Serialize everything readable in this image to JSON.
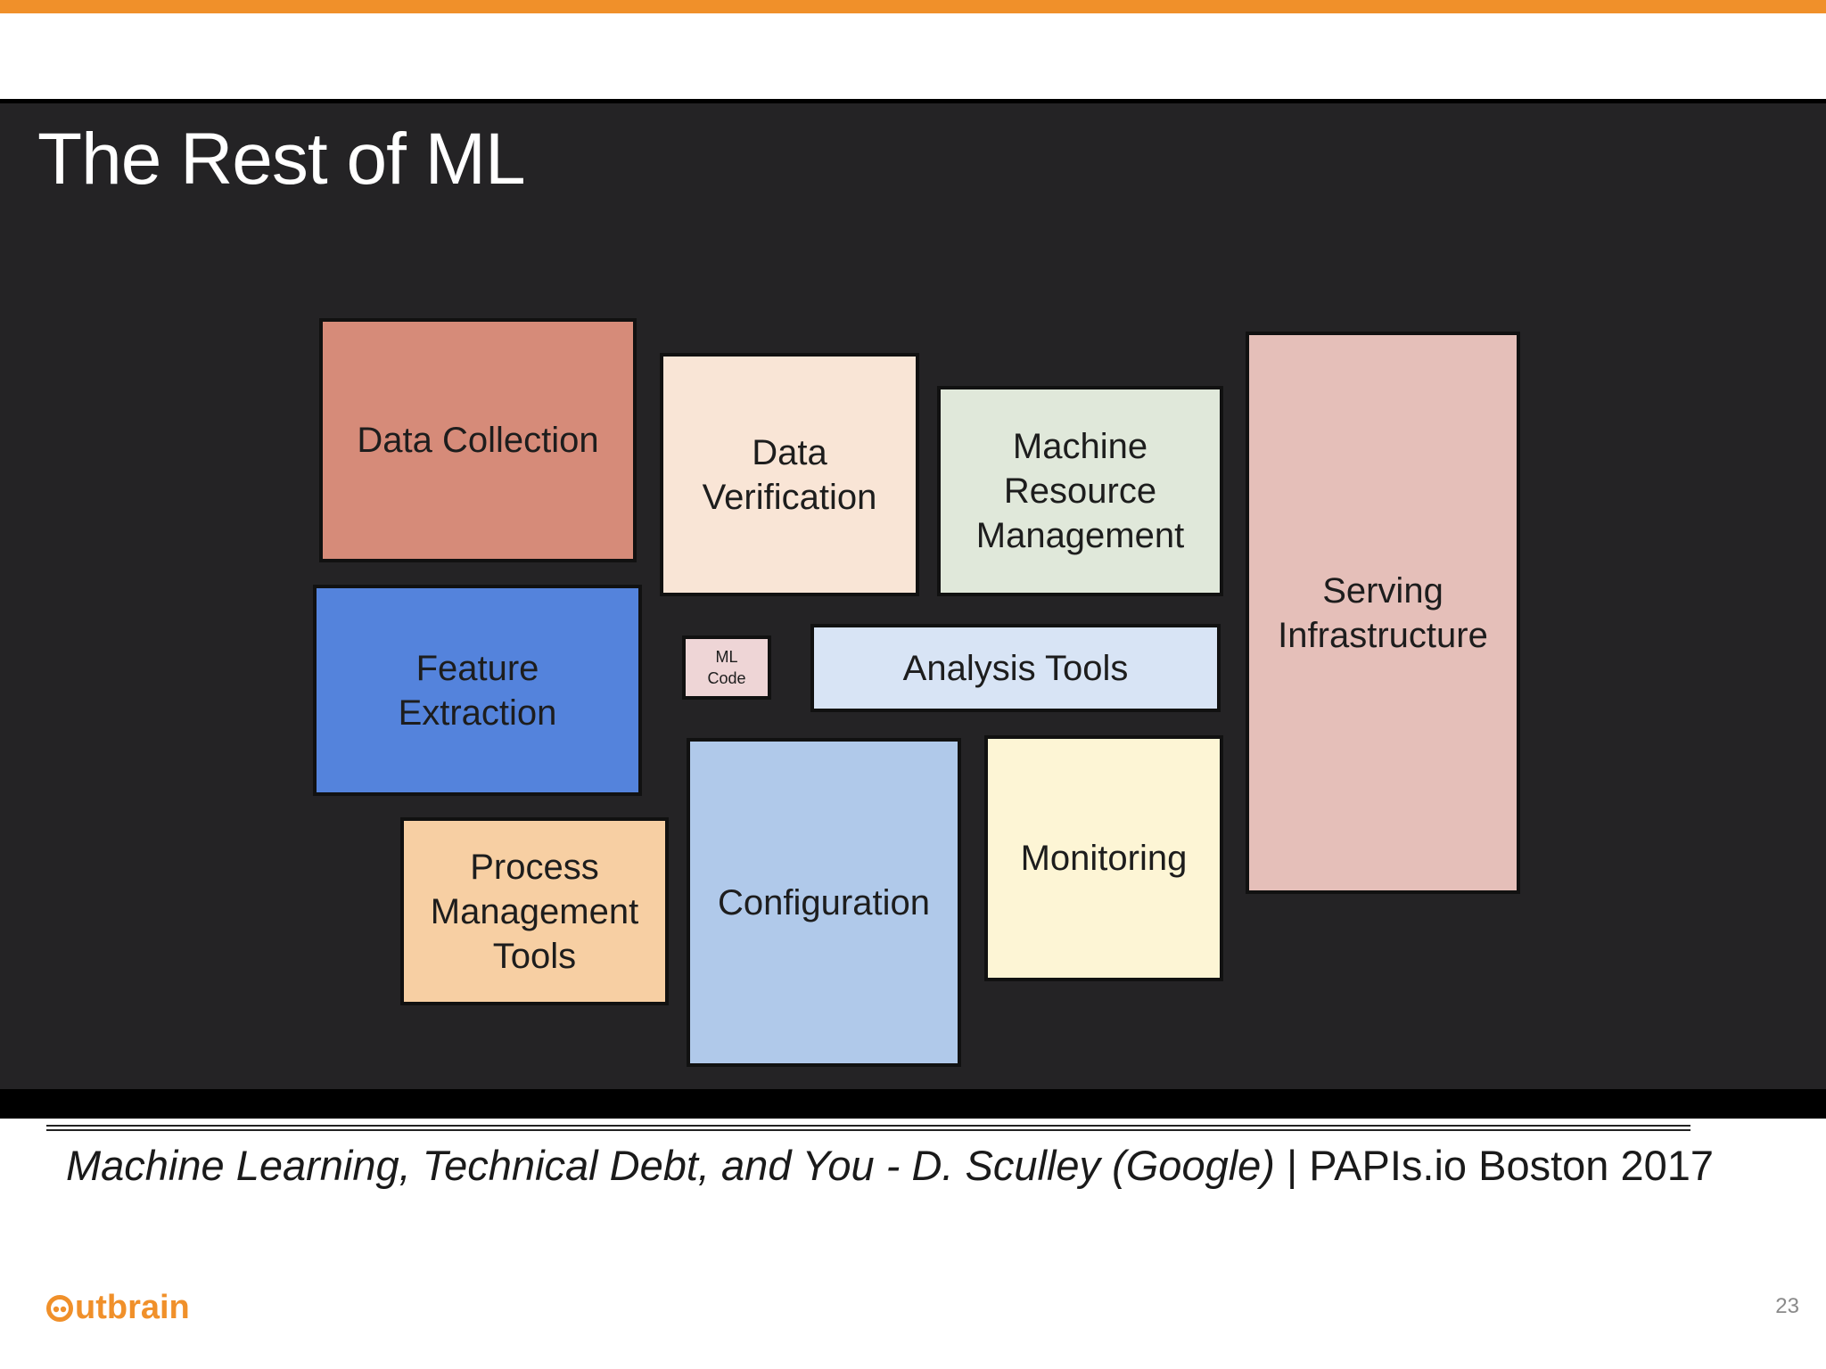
{
  "slide": {
    "title": "The Rest of ML",
    "boxes": [
      {
        "id": "data-collection",
        "label": "Data Collection",
        "color": "#d68b79"
      },
      {
        "id": "data-verification",
        "label": "Data\nVerification",
        "color": "#f9e5d6"
      },
      {
        "id": "machine-resource-management",
        "label": "Machine\nResource\nManagement",
        "color": "#e0e8da"
      },
      {
        "id": "serving-infrastructure",
        "label": "Serving\nInfrastructure",
        "color": "#e5bfb9"
      },
      {
        "id": "feature-extraction",
        "label": "Feature\nExtraction",
        "color": "#5483dc"
      },
      {
        "id": "ml-code",
        "label": "ML\nCode",
        "color": "#eed5d6"
      },
      {
        "id": "analysis-tools",
        "label": "Analysis Tools",
        "color": "#d8e4f5"
      },
      {
        "id": "process-management-tools",
        "label": "Process\nManagement\nTools",
        "color": "#f7cfa3"
      },
      {
        "id": "configuration",
        "label": "Configuration",
        "color": "#b0c9ea"
      },
      {
        "id": "monitoring",
        "label": "Monitoring",
        "color": "#fdf5d5"
      }
    ]
  },
  "footer": {
    "citation": "Machine Learning, Technical Debt, and You - D. Sculley (Google)",
    "separator": " | ",
    "event": "PAPIs.io Boston 2017",
    "logo_text": "utbrain",
    "page_number": "23"
  },
  "colors": {
    "accent_bar": "#f0902a",
    "slide_background": "#242325"
  }
}
